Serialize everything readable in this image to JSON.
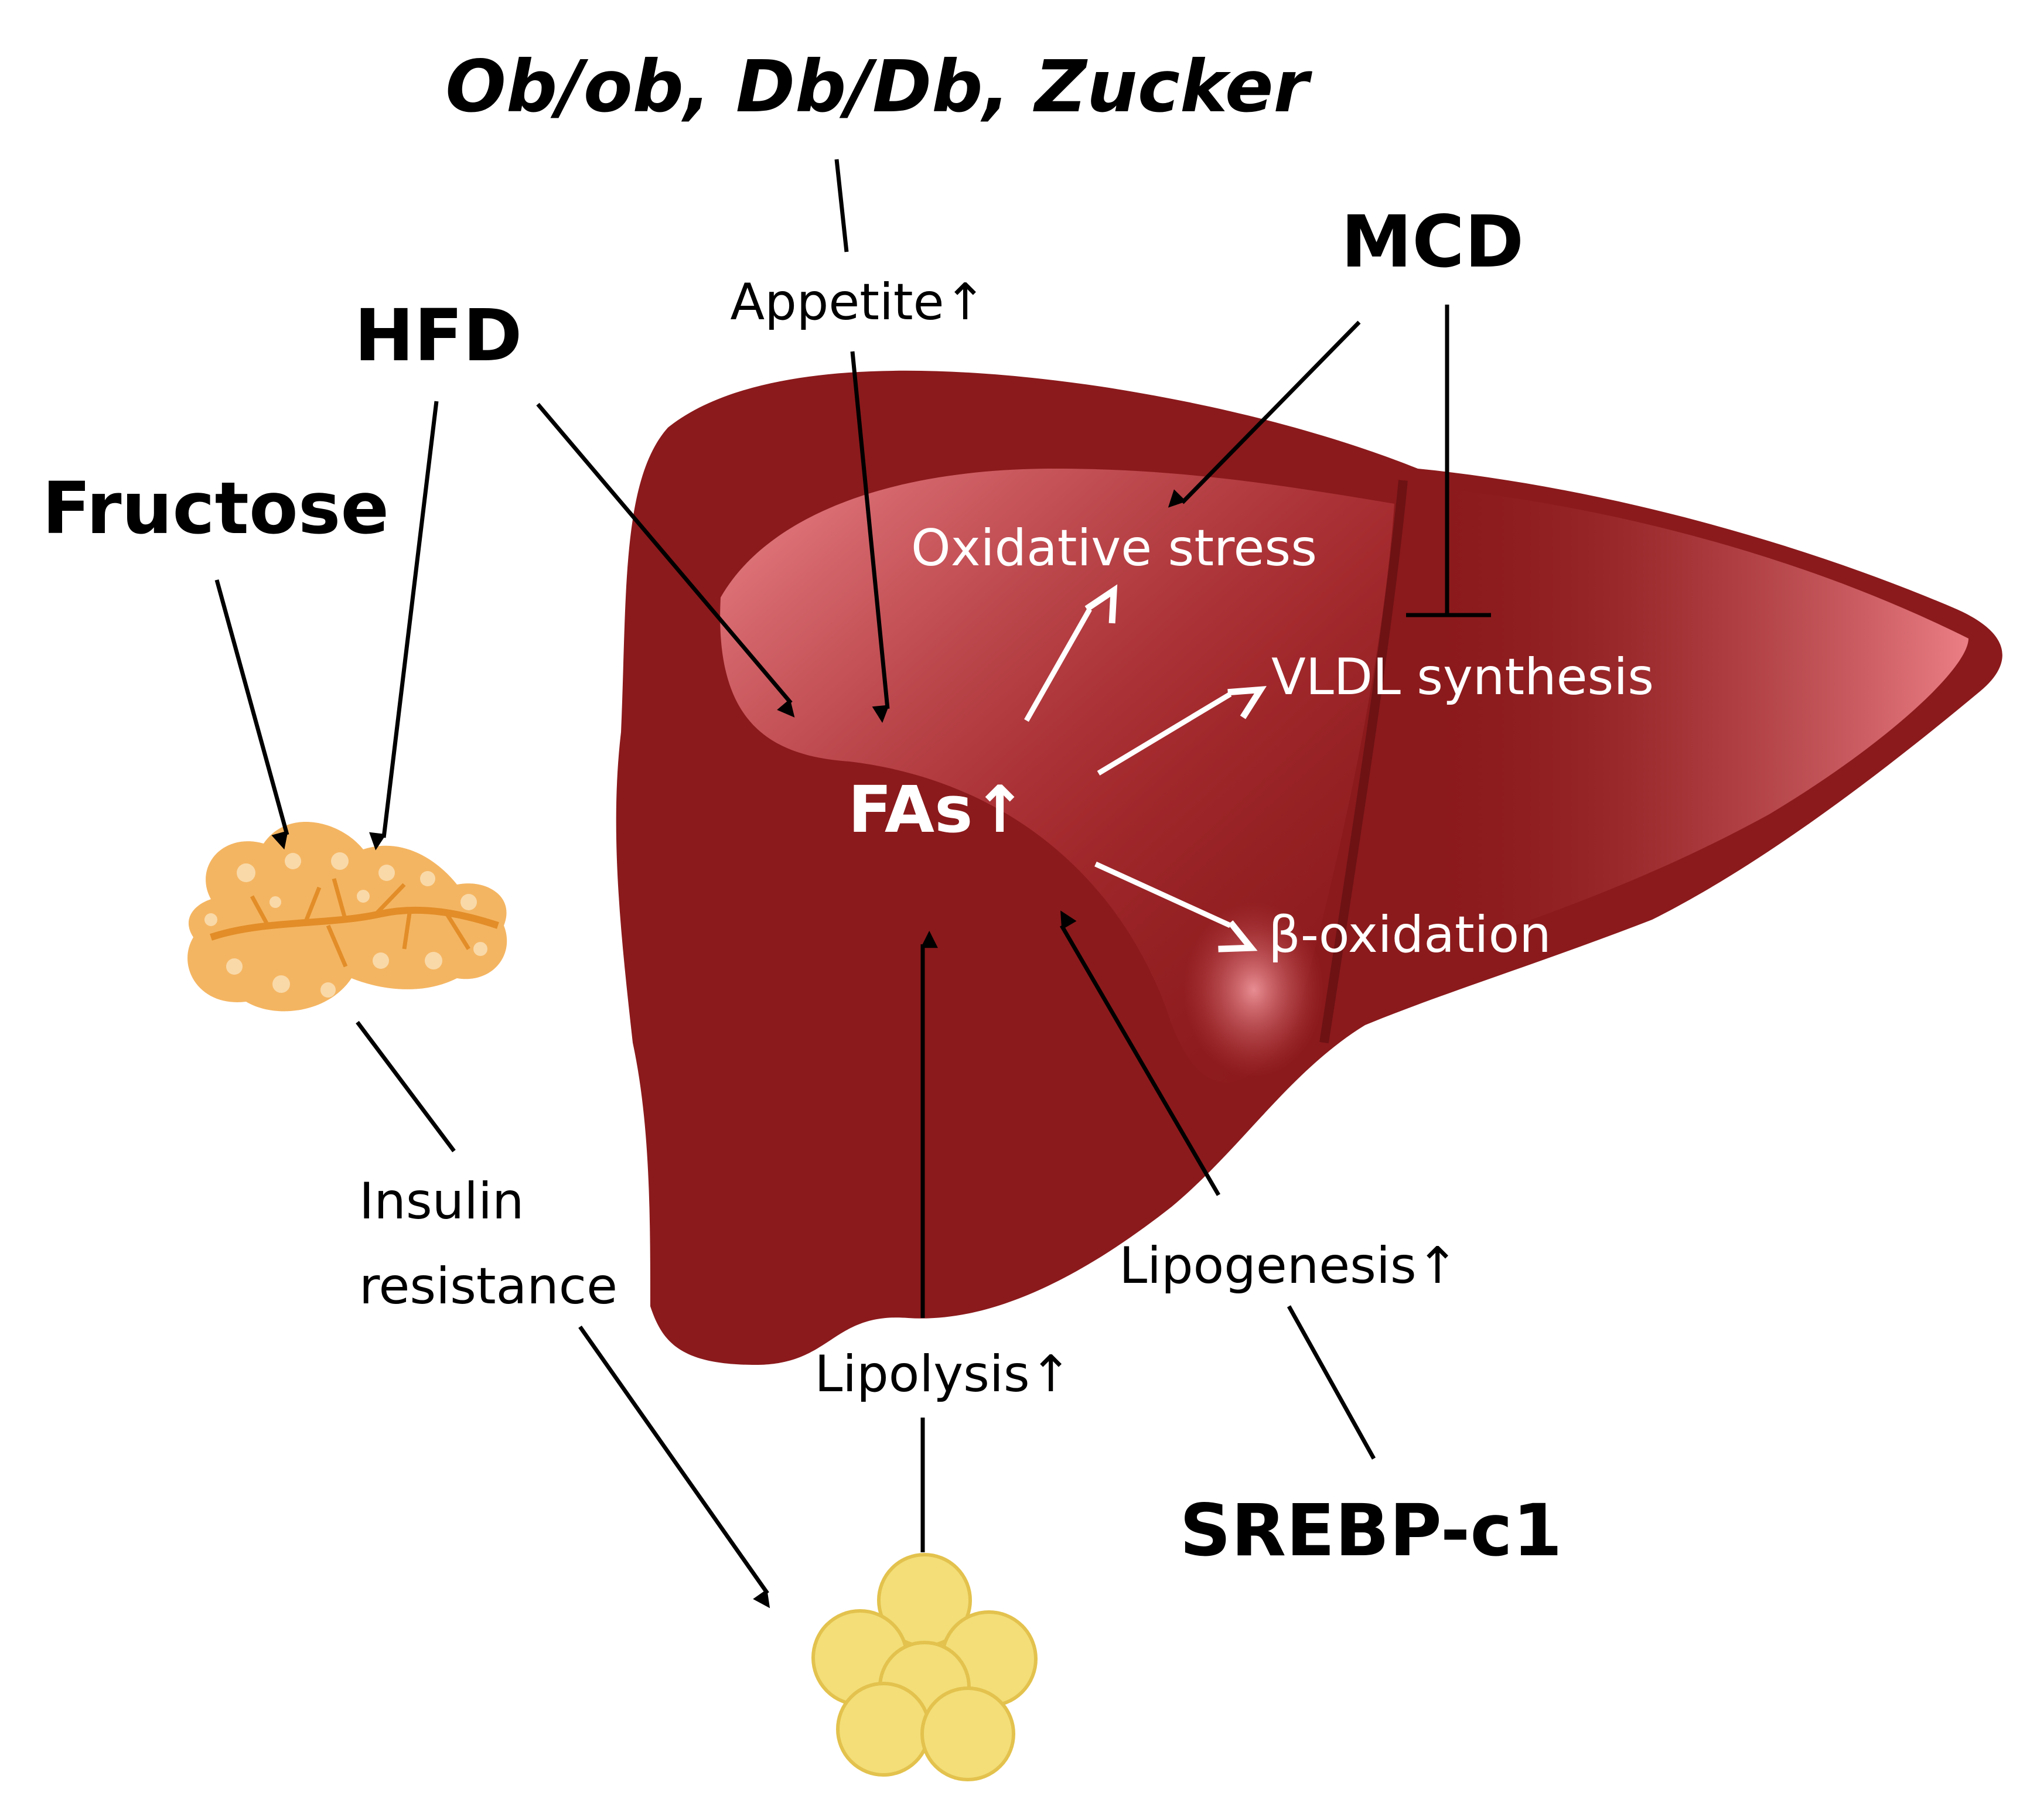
{
  "inducers": {
    "genetic": "Ob/ob, Db/Db, Zucker",
    "mcd": "MCD",
    "hfd": "HFD",
    "fructose": "Fructose",
    "srebp": "SREBP-c1"
  },
  "processes": {
    "appetite": "Appetite↑",
    "insulin_line1": "Insulin",
    "insulin_line2": "resistance",
    "lipolysis": "Lipolysis↑",
    "lipogenesis": "Lipogenesis↑"
  },
  "liver": {
    "center": "FAs↑",
    "oxidative_stress": "Oxidative stress",
    "vldl": "VLDL synthesis",
    "beta_oxidation": "β-oxidation"
  },
  "colors": {
    "liver_dark": "#8b1a1c",
    "liver_light": "#f08a90",
    "pancreas": "#f4b562",
    "adipose": "#f3de78"
  }
}
